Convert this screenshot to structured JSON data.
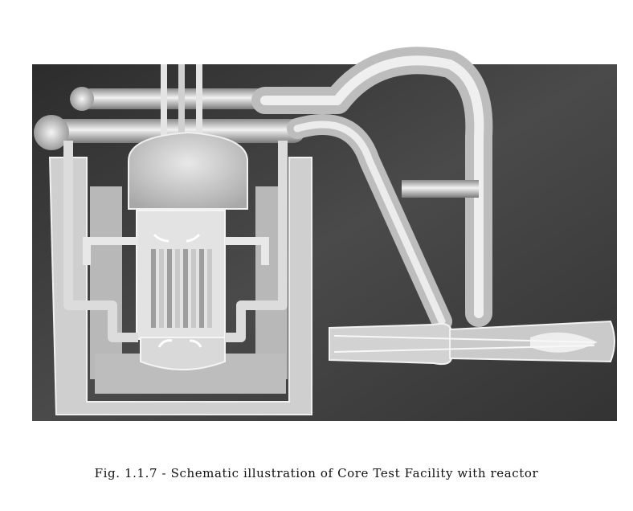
{
  "caption": "Fig. 1.1.7 - Schematic illustration of Core Test Facility with reactor",
  "colors": {
    "background_dark": "#3a3a3a",
    "structure_light": "#d8d8d8",
    "structure_mid": "#a9a9a9",
    "pipe_light": "#e6e6e6",
    "outline": "#f4f4f4"
  },
  "flow_arrows": [
    "curved-arrow",
    "curved-arrow",
    "curved-arrow",
    "curved-arrow"
  ]
}
